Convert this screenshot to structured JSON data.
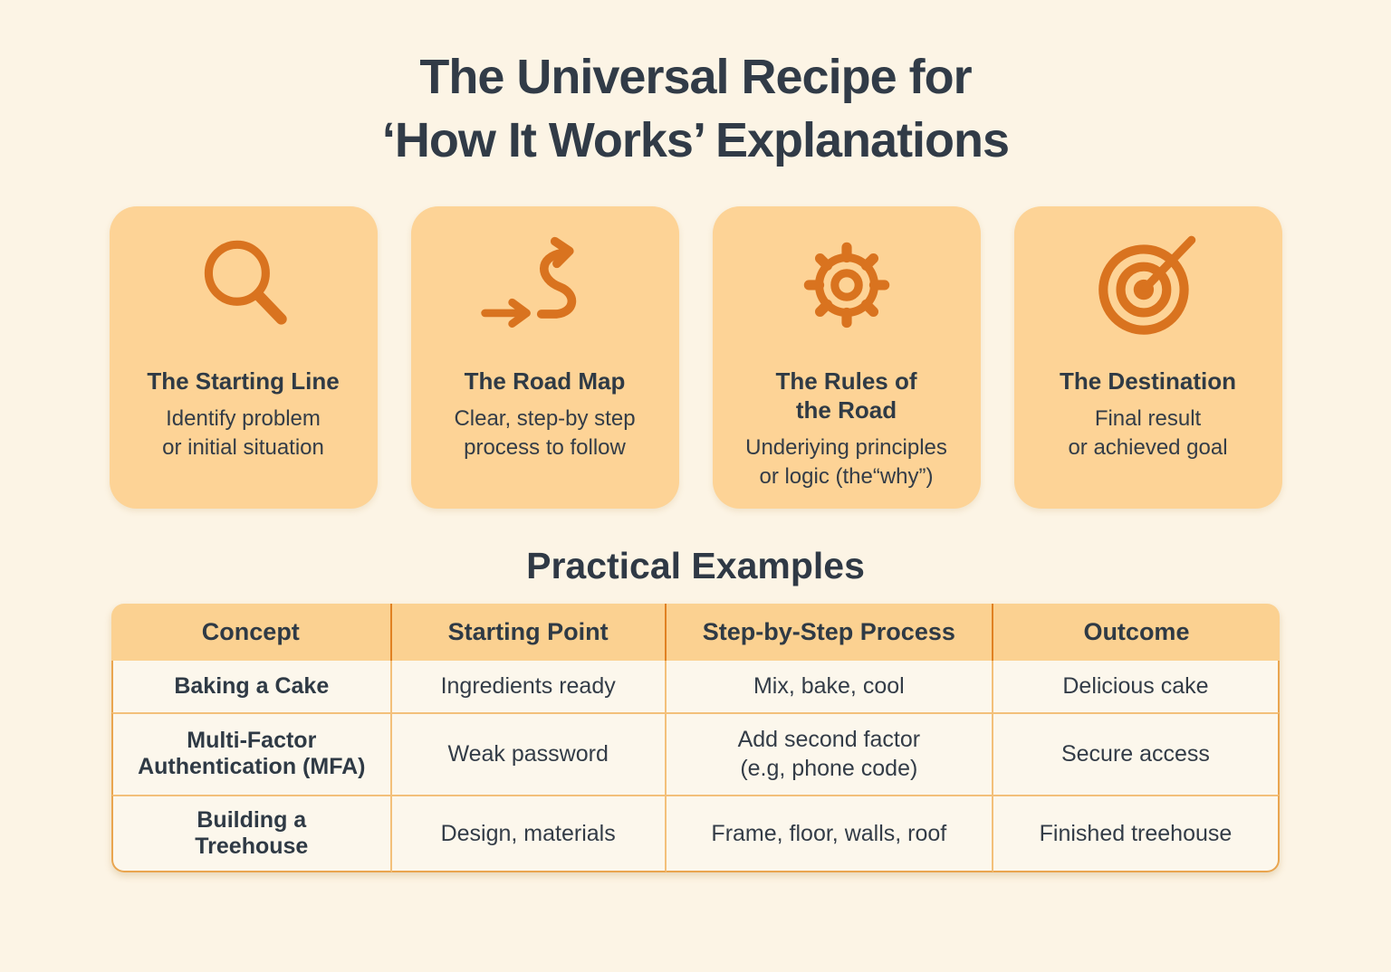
{
  "title": "The Universal Recipe for\n‘How It Works’ Explanations",
  "colors": {
    "page_background": "#fcf4e5",
    "card_background": "#fdd396",
    "icon_orange": "#d9731f",
    "text_dark": "#313b47",
    "table_header_background": "#fbd191",
    "table_row_background": "#fcf7ec",
    "table_inner_border": "#f3c07a",
    "table_outer_border": "#e9a54f",
    "header_divider": "#e08122"
  },
  "cards": [
    {
      "icon": "search-icon",
      "title": "The Starting Line",
      "description": "Identify problem\nor initial situation"
    },
    {
      "icon": "winding-route-arrow-icon",
      "title": "The Road Map",
      "description": "Clear, step-by step\nprocess to follow"
    },
    {
      "icon": "gear-icon",
      "title": "The Rules of\nthe Road",
      "description": "Underiying principles\nor logic (the“why”)"
    },
    {
      "icon": "target-icon",
      "title": "The Destination",
      "description": "Final result\nor achieved goal"
    }
  ],
  "examples": {
    "title": "Practical Examples",
    "columns": [
      "Concept",
      "Starting Point",
      "Step-by-Step Process",
      "Outcome"
    ],
    "rows": [
      [
        "Baking a Cake",
        "Ingredients ready",
        "Mix, bake, cool",
        "Delicious cake"
      ],
      [
        "Multi-Factor\nAuthentication (MFA)",
        "Weak password",
        "Add second factor\n(e.g, phone code)",
        "Secure access"
      ],
      [
        "Building a\nTreehouse",
        "Design, materials",
        "Frame, floor, walls, roof",
        "Finished treehouse"
      ]
    ]
  }
}
